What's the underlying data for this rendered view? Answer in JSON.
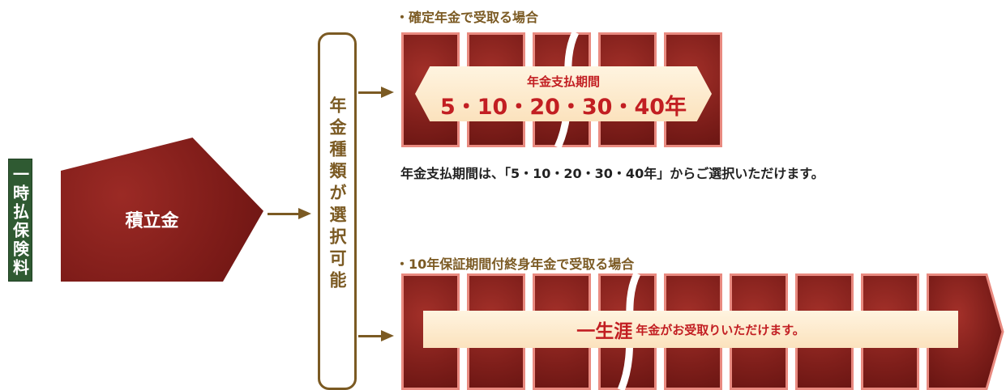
{
  "premium_label": "一時払保険料",
  "accumulation_label": "積立金",
  "selection_label": "年金種類が選択可能",
  "option_fixed": {
    "heading": "・確定年金で受取る場合",
    "banner_title": "年金支払期間",
    "banner_periods": "5・10・20・30・40年",
    "note": "年金支払期間は、「5・10・20・30・40年」からご選択いただけます。"
  },
  "option_lifetime": {
    "heading": "・10年保証期間付終身年金で受取る場合",
    "banner_emphasis": "一生涯",
    "banner_text": "年金がお受取りいただけます。"
  },
  "colors": {
    "brick": "#8a2420",
    "brick_border": "#e98a80",
    "accent_brown": "#7b5a23",
    "banner_text_red": "#c21e22",
    "green_box": "#2f5a32"
  }
}
